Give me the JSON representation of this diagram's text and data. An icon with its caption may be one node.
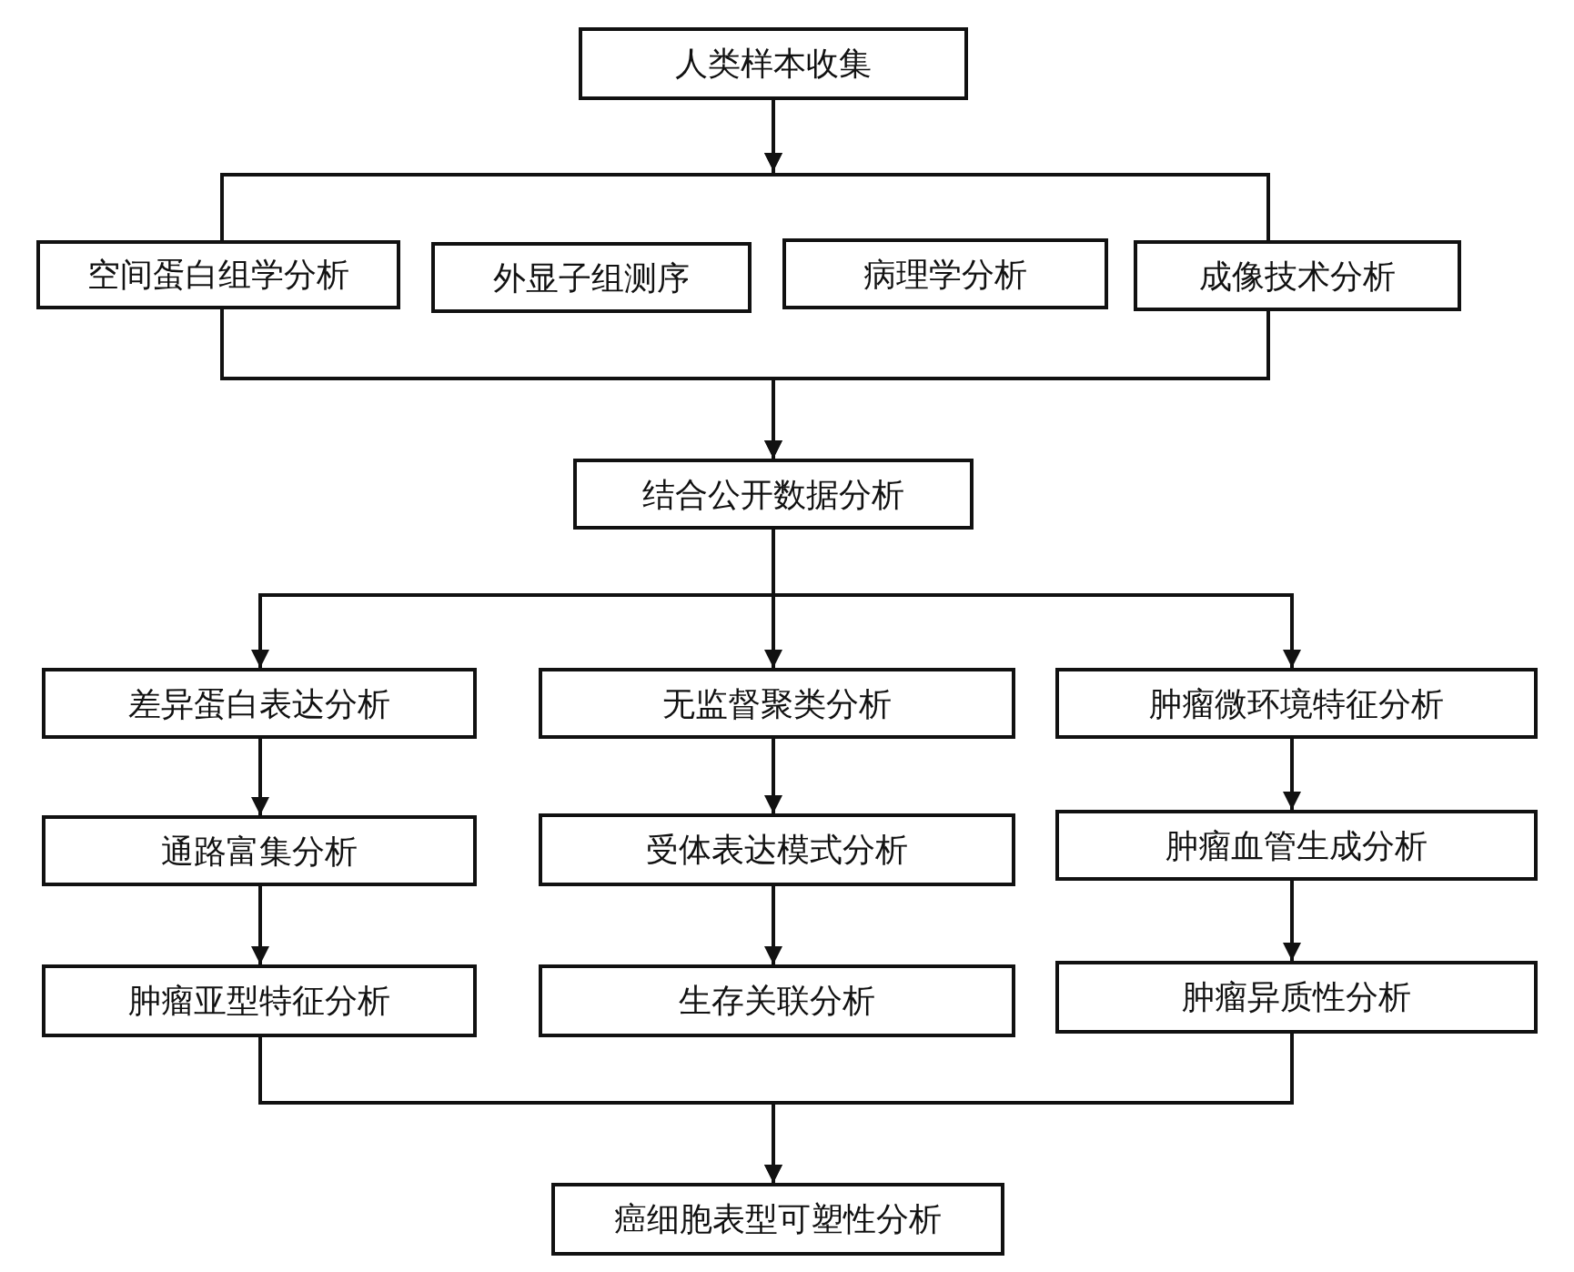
{
  "diagram": {
    "nodes": [
      {
        "text": [
          "人类样本收集"
        ]
      },
      {
        "text": [
          "空间蛋白组学分析"
        ]
      },
      {
        "text": [
          "外显子组测序"
        ]
      },
      {
        "text": [
          "病理学分析"
        ]
      },
      {
        "text": [
          "成像技术分析"
        ]
      },
      {
        "text": [
          "结合公开数据分析"
        ]
      },
      {
        "text": [
          "差异蛋白表达分析"
        ]
      },
      {
        "text": [
          "无监督聚类分析"
        ]
      },
      {
        "text": [
          "肿瘤微环境特征分析"
        ]
      },
      {
        "text": [
          "通路富集分析"
        ]
      },
      {
        "text": [
          "受体表达模式分析"
        ]
      },
      {
        "text": [
          "肿瘤血管生成分析"
        ]
      },
      {
        "text": [
          "肿瘤亚型特征分析"
        ]
      },
      {
        "text": [
          "生存关联分析"
        ]
      },
      {
        "text": [
          "肿瘤异质性分析"
        ]
      },
      {
        "text": [
          "癌细胞表型可塑性分析"
        ]
      }
    ],
    "edges": [
      {
        "from": 0,
        "to": 1,
        "arrow": "to"
      },
      {
        "from": 0,
        "to": 4,
        "arrow": "to"
      },
      {
        "from": 1,
        "to": 5,
        "arrow": "to"
      },
      {
        "from": 4,
        "to": 5,
        "arrow": "to"
      },
      {
        "from": 5,
        "to": 6,
        "arrow": "to"
      },
      {
        "from": 5,
        "to": 7,
        "arrow": "to"
      },
      {
        "from": 5,
        "to": 8,
        "arrow": "to"
      },
      {
        "from": 6,
        "to": 9,
        "arrow": "to"
      },
      {
        "from": 9,
        "to": 12,
        "arrow": "to"
      },
      {
        "from": 7,
        "to": 10,
        "arrow": "to"
      },
      {
        "from": 10,
        "to": 13,
        "arrow": "to"
      },
      {
        "from": 8,
        "to": 11,
        "arrow": "to"
      },
      {
        "from": 11,
        "to": 14,
        "arrow": "to"
      },
      {
        "from": 12,
        "to": 15,
        "arrow": "to"
      },
      {
        "from": 14,
        "to": 15,
        "arrow": "to"
      }
    ]
  }
}
